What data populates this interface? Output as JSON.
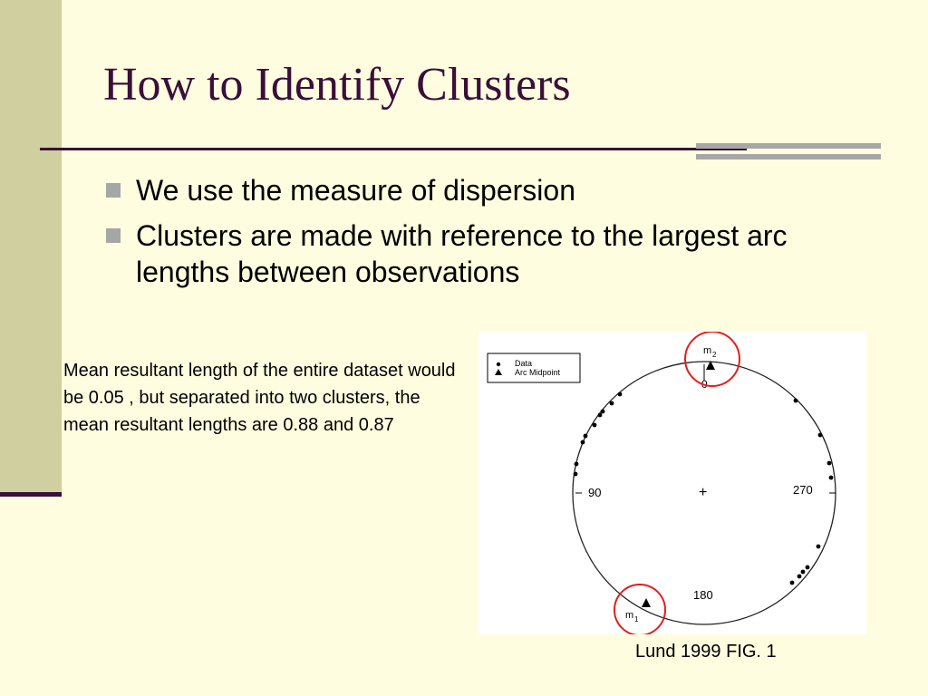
{
  "slide": {
    "title": "How to Identify Clusters",
    "bullets": [
      "We use the measure of dispersion",
      "Clusters are made with reference to the largest arc lengths between observations"
    ],
    "caption": "Mean resultant length of the entire dataset would be 0.05 , but separated into two clusters, the mean resultant lengths are 0.88 and 0.87",
    "source": "Lund 1999 FIG. 1"
  },
  "figure": {
    "legend": {
      "data_label": "Data",
      "midpoint_label": "Arc Midpoint"
    },
    "angle_labels": {
      "top": "0",
      "left": "90",
      "right": "270",
      "bottom": "180"
    },
    "m2_label": "m",
    "m2_sub": "2",
    "m1_label": "m",
    "m1_sub": "1",
    "center_mark": "+",
    "highlight_color": "#e0201e"
  },
  "colors": {
    "background": "#fffde0",
    "title": "#3a0f3a",
    "sidebar": "#cfcfa0",
    "bullet": "#a6a6a6"
  }
}
